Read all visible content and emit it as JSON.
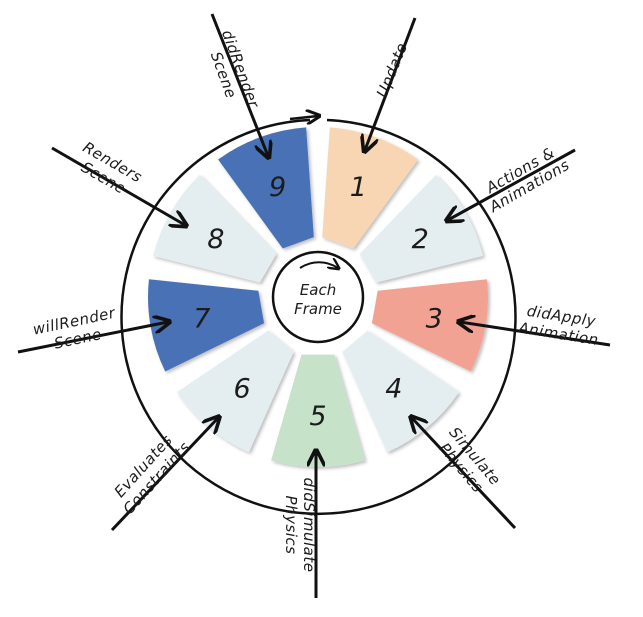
{
  "center": {
    "line1": "Each",
    "line2": "Frame"
  },
  "segments": [
    {
      "number": "1",
      "color": "#f8d6b4"
    },
    {
      "number": "2",
      "color": "#e4eef0"
    },
    {
      "number": "3",
      "color": "#f2a292"
    },
    {
      "number": "4",
      "color": "#e4eef0"
    },
    {
      "number": "5",
      "color": "#c6e2c8"
    },
    {
      "number": "6",
      "color": "#e4eef0"
    },
    {
      "number": "7",
      "color": "#4a72b6"
    },
    {
      "number": "8",
      "color": "#e4eef0"
    },
    {
      "number": "9",
      "color": "#4a72b6"
    }
  ],
  "labels": {
    "s1": [
      "Update"
    ],
    "s2": [
      "Actions &",
      "Animations"
    ],
    "s3": [
      "didApply",
      "Animation"
    ],
    "s4": [
      "Simulate",
      "Physics"
    ],
    "s5": [
      "didSimulate",
      "Physics"
    ],
    "s6": [
      "Evaluates",
      "Constraints"
    ],
    "s7": [
      "willRender",
      "Scene"
    ],
    "s8": [
      "Renders",
      "Scene"
    ],
    "s9": [
      "didRender",
      "Scene"
    ]
  }
}
